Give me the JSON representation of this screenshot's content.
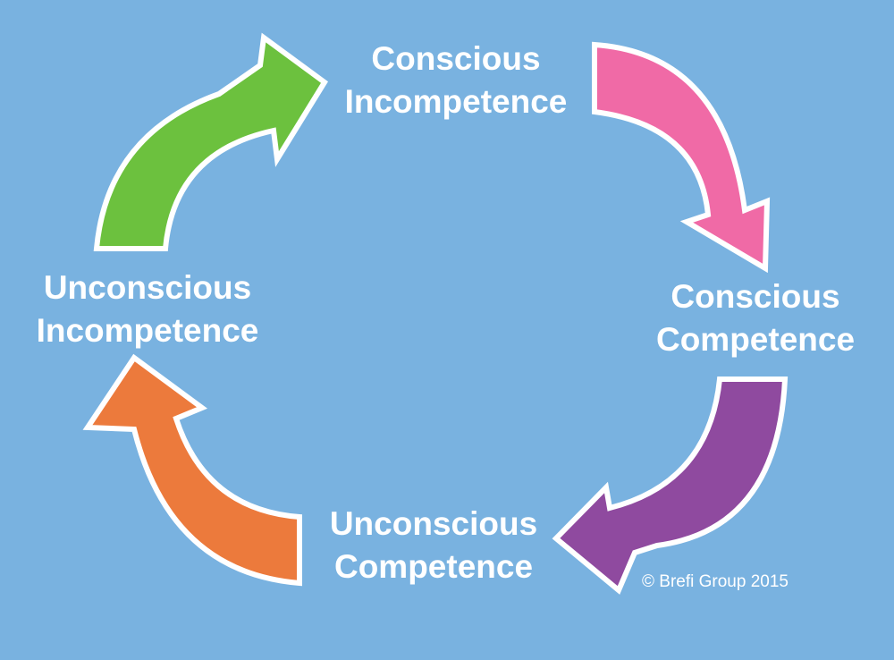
{
  "colors": {
    "background": "#79b2e0",
    "arrow_stroke": "#ffffff",
    "text": "#ffffff"
  },
  "stages": {
    "conscious_incompetence": {
      "line1": "Conscious",
      "line2": "Incompetence"
    },
    "conscious_competence": {
      "line1": "Conscious",
      "line2": "Competence"
    },
    "unconscious_competence": {
      "line1": "Unconscious",
      "line2": "Competence"
    },
    "unconscious_incompetence": {
      "line1": "Unconscious",
      "line2": "Incompetence"
    }
  },
  "arrows": {
    "green": {
      "color": "#6cc13e"
    },
    "pink": {
      "color": "#f06aa6"
    },
    "purple": {
      "color": "#8f4a9f"
    },
    "orange": {
      "color": "#ec7a3c"
    }
  },
  "copyright": "© Brefi Group 2015"
}
